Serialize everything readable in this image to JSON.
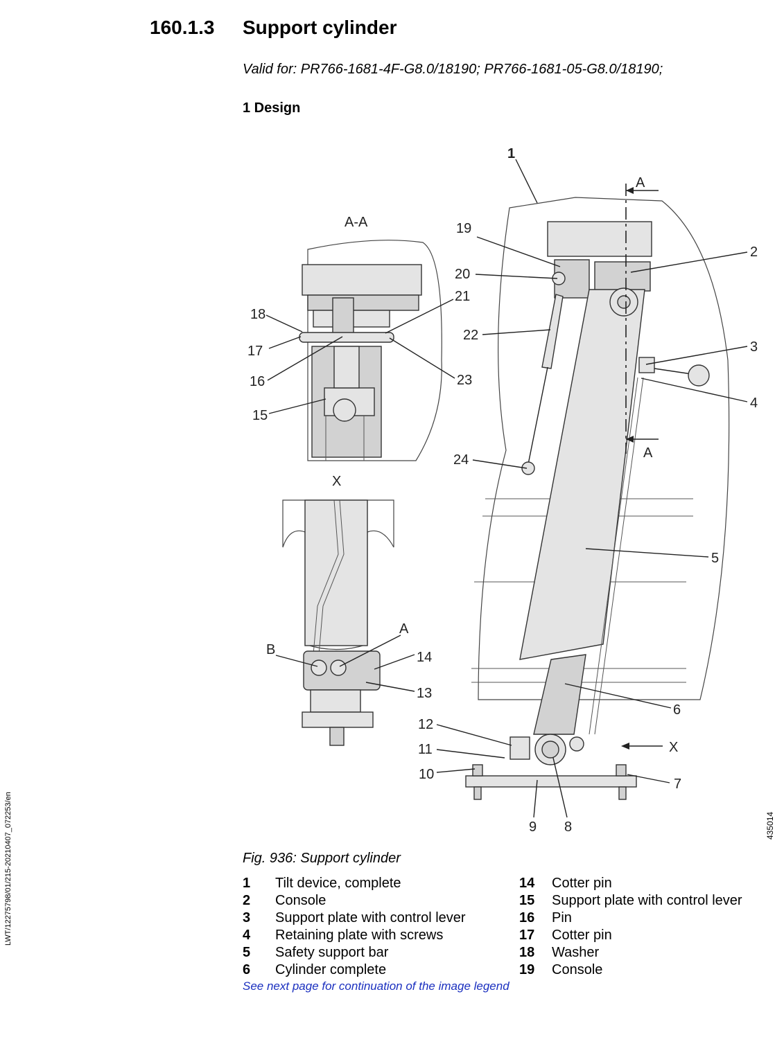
{
  "section": {
    "number": "160.1.3",
    "title": "Support cylinder"
  },
  "valid_for": "Valid for: PR766-1681-4F-G8.0/18190; PR766-1681-05-G8.0/18190;",
  "subheading": "1 Design",
  "side_code": "LWT/12275798/01/215-20210407_072253/en",
  "image_id": "435014",
  "figure": {
    "caption": "Fig. 936: Support cylinder",
    "view_labels": {
      "section": "A-A",
      "detail": "X",
      "section_mark": "A",
      "detail_mark": "X",
      "port_a": "A",
      "port_b": "B"
    },
    "callouts": [
      "1",
      "2",
      "3",
      "4",
      "5",
      "6",
      "7",
      "8",
      "9",
      "10",
      "11",
      "12",
      "13",
      "14",
      "15",
      "16",
      "17",
      "18",
      "19",
      "20",
      "21",
      "22",
      "23",
      "24"
    ]
  },
  "legend_left": [
    {
      "num": "1",
      "text": "Tilt device, complete"
    },
    {
      "num": "2",
      "text": "Console"
    },
    {
      "num": "3",
      "text": "Support plate with control lever"
    },
    {
      "num": "4",
      "text": "Retaining plate with screws"
    },
    {
      "num": "5",
      "text": "Safety support bar"
    },
    {
      "num": "6",
      "text": "Cylinder complete"
    }
  ],
  "legend_right": [
    {
      "num": "14",
      "text": "Cotter pin"
    },
    {
      "num": "15",
      "text": "Support plate with control lever"
    },
    {
      "num": "16",
      "text": "Pin"
    },
    {
      "num": "17",
      "text": "Cotter pin"
    },
    {
      "num": "18",
      "text": "Washer"
    },
    {
      "num": "19",
      "text": "Console"
    }
  ],
  "continuation_note": "See next page for continuation of the image legend",
  "colors": {
    "link_blue": "#1a2fbf",
    "part_fill": "#e4e4e4"
  }
}
